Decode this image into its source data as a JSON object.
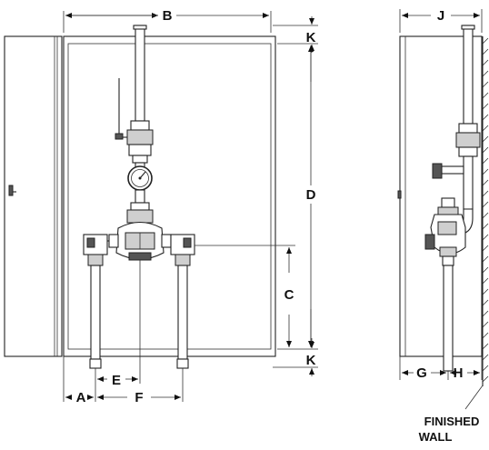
{
  "dimension_labels": {
    "A": "A",
    "B": "B",
    "C": "C",
    "D": "D",
    "E": "E",
    "F": "F",
    "G": "G",
    "H": "H",
    "J": "J",
    "K_top": "K",
    "K_bottom": "K"
  },
  "wall_label": {
    "line1": "FINISHED",
    "line2": "WALL"
  }
}
